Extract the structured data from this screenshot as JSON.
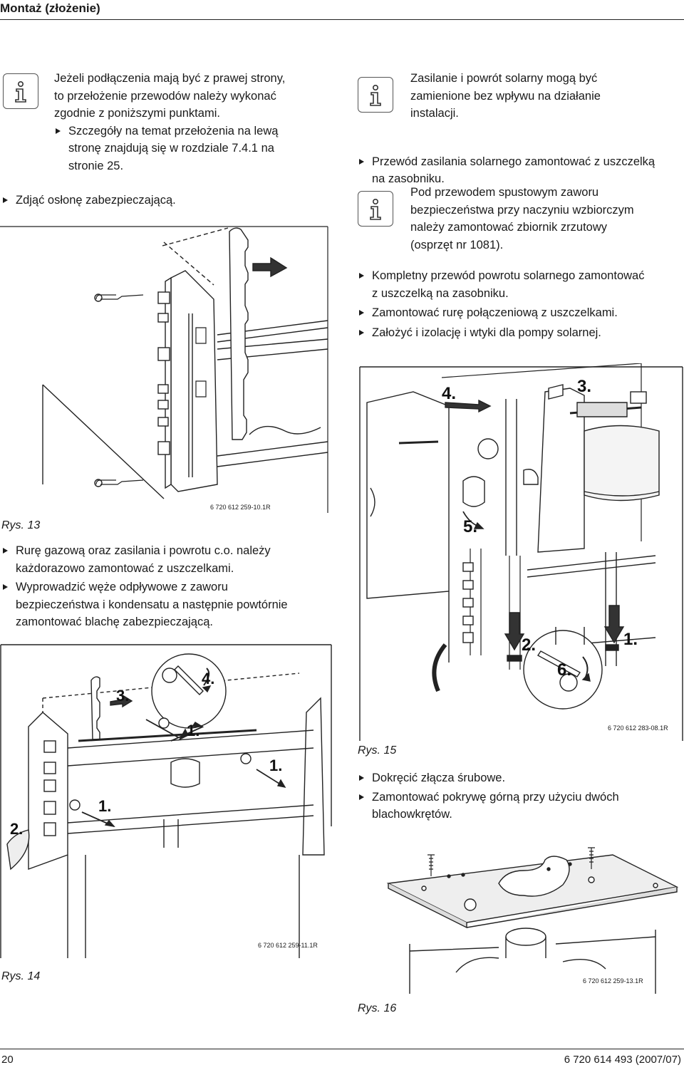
{
  "header": {
    "title": "Montaż (złożenie)"
  },
  "left_col": {
    "note1": {
      "icon": "info-icon",
      "lines": [
        "Jeżeli podłączenia mają być z prawej strony,",
        "to przełożenie przewodów należy wykonać",
        "zgodnie z poniższymi punktami."
      ],
      "bullet": [
        "Szczegóły na temat przełożenia na lewą",
        "stronę znajdują się w rozdziale 7.4.1 na",
        "stronie 25."
      ]
    },
    "step_remove": "Zdjąć osłonę zabezpieczającą.",
    "fig13": {
      "code": "6 720 612 259-10.1R",
      "caption": "Rys. 13"
    },
    "bullets_after13": [
      [
        "Rurę gazową oraz zasilania i powrotu c.o. należy",
        "każdorazowo zamontować z uszczelkami."
      ],
      [
        "Wyprowadzić węże odpływowe z zaworu",
        "bezpieczeństwa i kondensatu a następnie powtórnie",
        "zamontować blachę zabezpieczającą."
      ]
    ],
    "fig14": {
      "code": "6 720 612 259-11.1R",
      "caption": "Rys. 14",
      "labels": {
        "l3": "3.",
        "l4": "4.",
        "l1a": "1.",
        "l1b": "1.",
        "l1c": "1.",
        "l2": "2."
      }
    }
  },
  "right_col": {
    "note2": {
      "icon": "info-icon",
      "lines": [
        "Zasilanie i powrót solarny mogą być",
        "zamienione bez wpływu na działanie",
        "instalacji."
      ]
    },
    "bullet_a": [
      "Przewód zasilania solarnego zamontować z uszczelką",
      "na zasobniku."
    ],
    "note3": {
      "icon": "info-icon",
      "lines": [
        "Pod przewodem spustowym zaworu",
        "bezpieczeństwa przy naczyniu wzbiorczym",
        "należy zamontować zbiornik zrzutowy",
        "(osprzęt nr 1081)."
      ]
    },
    "bullets_b": [
      [
        "Kompletny przewód powrotu solarnego zamontować",
        "z uszczelką na zasobniku."
      ],
      [
        "Zamontować rurę połączeniową z uszczelkami."
      ],
      [
        "Założyć i izolację i wtyki dla pompy solarnej."
      ]
    ],
    "fig15": {
      "code": "6 720 612 283-08.1R",
      "caption": "Rys. 15",
      "labels": {
        "l4": "4.",
        "l3": "3.",
        "l5": "5.",
        "l2": "2.",
        "l1": "1.",
        "l6": "6."
      }
    },
    "bullets_c": [
      [
        "Dokręcić złącza śrubowe."
      ],
      [
        "Zamontować pokrywę górną przy użyciu dwóch",
        "blachowkrętów."
      ]
    ],
    "fig16": {
      "code": "6 720 612 259-13.1R",
      "caption": "Rys. 16"
    }
  },
  "footer": {
    "page": "20",
    "doc": "6 720 614 493 (2007/07)"
  }
}
